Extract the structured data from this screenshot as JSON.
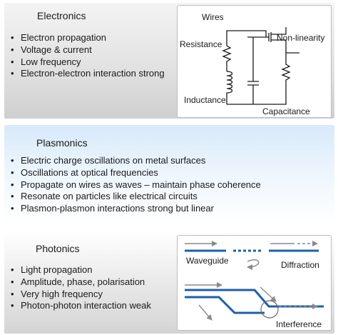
{
  "electronics": {
    "title": "Electronics",
    "bullets": [
      "Electron propagation",
      "Voltage & current",
      "Low frequency",
      "Electron-electron interaction strong"
    ],
    "figure": {
      "wires": "Wires",
      "resistance": "Resistance",
      "nonlinearity": "Non-linearity",
      "inductance": "Inductance",
      "capacitance": "Capacitance"
    }
  },
  "plasmonics": {
    "title": "Plasmonics",
    "bullets": [
      "Electric charge oscillations on metal surfaces",
      "Oscillations at optical frequencies",
      "Propagate on wires as waves – maintain phase coherence",
      "Resonate on particles like electrical circuits",
      "Plasmon-plasmon interactions strong but linear"
    ]
  },
  "photonics": {
    "title": "Photonics",
    "bullets": [
      "Light propagation",
      "Amplitude, phase, polarisation",
      "Very high frequency",
      "Photon-photon interaction weak"
    ],
    "figure": {
      "waveguide": "Waveguide",
      "diffraction": "Diffraction",
      "interference": "Interference"
    }
  },
  "colors": {
    "waveguide_blue": "#1f5fa8",
    "arrow_gray": "#8a8a8a",
    "plasmonics_tint": "#d7e9fb"
  }
}
